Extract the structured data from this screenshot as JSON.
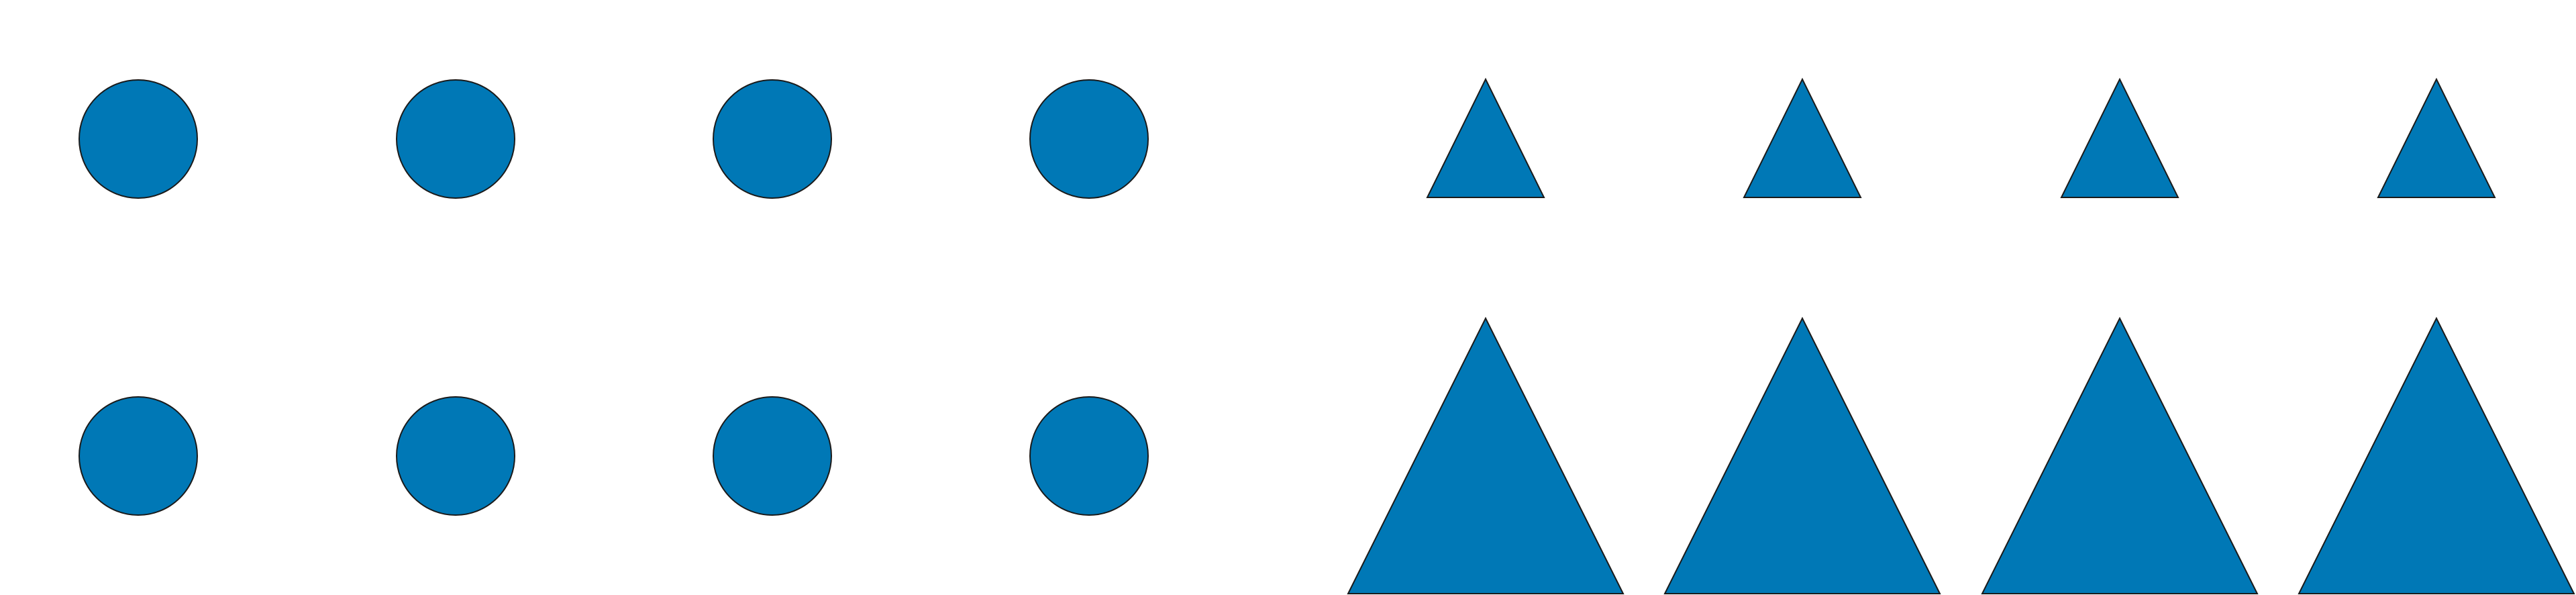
{
  "colors": {
    "background": "#ffffff",
    "shape_fill": "#0078B6",
    "shape_stroke": "#1A1A1A"
  },
  "shapes": {
    "circles_row1": {
      "count": 4,
      "icon": "circle-icon"
    },
    "circles_row2": {
      "count": 4,
      "icon": "circle-icon"
    },
    "small_triangles": {
      "count": 4,
      "icon": "triangle-icon"
    },
    "large_triangles": {
      "count": 4,
      "icon": "triangle-icon"
    }
  }
}
